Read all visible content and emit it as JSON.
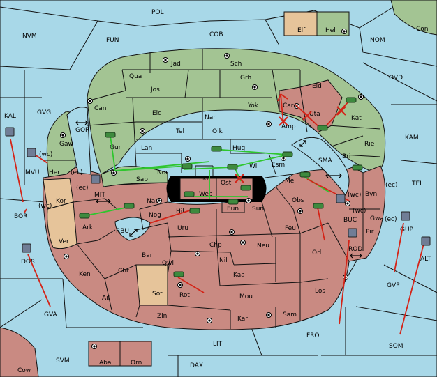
{
  "map": {
    "seas": [
      {
        "id": "pol",
        "label": "POL"
      },
      {
        "id": "nvm",
        "label": "NVM"
      },
      {
        "id": "fun",
        "label": "FUN"
      },
      {
        "id": "cob",
        "label": "COB"
      },
      {
        "id": "nom",
        "label": "NOM"
      },
      {
        "id": "con",
        "label": "Con"
      },
      {
        "id": "ovd",
        "label": "OVD"
      },
      {
        "id": "kam",
        "label": "KAM"
      },
      {
        "id": "tei",
        "label": "TEI"
      },
      {
        "id": "gvg",
        "label": "GVG"
      },
      {
        "id": "kal",
        "label": "KAL"
      },
      {
        "id": "gor",
        "label": "GOR"
      },
      {
        "id": "mvu",
        "label": "MVU"
      },
      {
        "id": "mit",
        "label": "MIT"
      },
      {
        "id": "bor",
        "label": "BOR"
      },
      {
        "id": "rbu",
        "label": "RBU"
      },
      {
        "id": "sma",
        "label": "SMA"
      },
      {
        "id": "buc",
        "label": "BUC"
      },
      {
        "id": "rod",
        "label": "ROD"
      },
      {
        "id": "gup",
        "label": "GUP"
      },
      {
        "id": "alt",
        "label": "ALT"
      },
      {
        "id": "dor",
        "label": "DOR"
      },
      {
        "id": "gvp",
        "label": "GVP"
      },
      {
        "id": "gva",
        "label": "GVA"
      },
      {
        "id": "fro",
        "label": "FRO"
      },
      {
        "id": "som",
        "label": "SOM"
      },
      {
        "id": "lit",
        "label": "LIT"
      },
      {
        "id": "svm",
        "label": "SVM"
      },
      {
        "id": "dax",
        "label": "DAX"
      },
      {
        "id": "cow",
        "label": "Cow"
      }
    ],
    "green_provinces": [
      {
        "id": "jad",
        "label": "Jad"
      },
      {
        "id": "sch",
        "label": "Sch"
      },
      {
        "id": "qua",
        "label": "Qua"
      },
      {
        "id": "jos",
        "label": "Jos"
      },
      {
        "id": "grh",
        "label": "Grh"
      },
      {
        "id": "eld",
        "label": "Eld"
      },
      {
        "id": "can",
        "label": "Can"
      },
      {
        "id": "elc",
        "label": "Elc"
      },
      {
        "id": "nar",
        "label": "Nar"
      },
      {
        "id": "yok",
        "label": "Yok"
      },
      {
        "id": "tel",
        "label": "Tel"
      },
      {
        "id": "olk",
        "label": "Olk"
      },
      {
        "id": "gaw",
        "label": "Gaw"
      },
      {
        "id": "gur",
        "label": "Gur"
      },
      {
        "id": "lan",
        "label": "Lan"
      },
      {
        "id": "hug",
        "label": "Hug"
      },
      {
        "id": "kat",
        "label": "Kat"
      },
      {
        "id": "rie",
        "label": "Rie"
      },
      {
        "id": "bri",
        "label": "Bri"
      },
      {
        "id": "her",
        "label": "Her"
      },
      {
        "id": "sap",
        "label": "Sap"
      },
      {
        "id": "nor",
        "label": "Nor"
      },
      {
        "id": "wil",
        "label": "Wil"
      },
      {
        "id": "esm",
        "label": "Esm"
      },
      {
        "id": "skr",
        "label": "Skr"
      },
      {
        "id": "hel",
        "label": "Hel"
      }
    ],
    "red_provinces": [
      {
        "id": "car",
        "label": "Car"
      },
      {
        "id": "uta",
        "label": "Uta"
      },
      {
        "id": "amp",
        "label": "Amp"
      },
      {
        "id": "mel",
        "label": "Mel"
      },
      {
        "id": "ost",
        "label": "Ost"
      },
      {
        "id": "web",
        "label": "Web"
      },
      {
        "id": "byn",
        "label": "Byn"
      },
      {
        "id": "kor",
        "label": "Kor"
      },
      {
        "id": "nab",
        "label": "Nab"
      },
      {
        "id": "eun",
        "label": "Eun"
      },
      {
        "id": "sun",
        "label": "Sun"
      },
      {
        "id": "obs",
        "label": "Obs"
      },
      {
        "id": "gwa",
        "label": "Gwa"
      },
      {
        "id": "ark",
        "label": "Ark"
      },
      {
        "id": "nog",
        "label": "Nog"
      },
      {
        "id": "hil",
        "label": "Hil"
      },
      {
        "id": "uru",
        "label": "Uru"
      },
      {
        "id": "feu",
        "label": "Feu"
      },
      {
        "id": "pir",
        "label": "Pir"
      },
      {
        "id": "chp",
        "label": "Chp"
      },
      {
        "id": "neu",
        "label": "Neu"
      },
      {
        "id": "orl",
        "label": "Orl"
      },
      {
        "id": "bar",
        "label": "Bar"
      },
      {
        "id": "qwi",
        "label": "Qwi"
      },
      {
        "id": "nil",
        "label": "Nil"
      },
      {
        "id": "ken",
        "label": "Ken"
      },
      {
        "id": "chr",
        "label": "Chr"
      },
      {
        "id": "kaa",
        "label": "Kaa"
      },
      {
        "id": "rot",
        "label": "Rot"
      },
      {
        "id": "mou",
        "label": "Mou"
      },
      {
        "id": "los",
        "label": "Los"
      },
      {
        "id": "ail",
        "label": "Ail"
      },
      {
        "id": "zin",
        "label": "Zin"
      },
      {
        "id": "kar",
        "label": "Kar"
      },
      {
        "id": "sam",
        "label": "Sam"
      },
      {
        "id": "aba",
        "label": "Aba"
      },
      {
        "id": "orn",
        "label": "Orn"
      }
    ],
    "tan_provinces": [
      {
        "id": "ver",
        "label": "Ver"
      },
      {
        "id": "sot",
        "label": "Sot"
      },
      {
        "id": "elf",
        "label": "Elf"
      }
    ],
    "coast_labels": [
      {
        "id": "mvu-wc",
        "label": "(wc)"
      },
      {
        "id": "her-ec",
        "label": "(ec)"
      },
      {
        "id": "kor-ec",
        "label": "(ec)"
      },
      {
        "id": "kor-wc",
        "label": "(wc)"
      },
      {
        "id": "byn-wc",
        "label": "(wc)"
      },
      {
        "id": "byn-ec",
        "label": "(ec)"
      },
      {
        "id": "gwa-wc",
        "label": "(wc)"
      },
      {
        "id": "gwa-ec",
        "label": "(ec)"
      }
    ],
    "colors": {
      "sea": "#a8d8e8",
      "power_green": "#a3c493",
      "power_red": "#c98a82",
      "neutral_tan": "#e6c49a",
      "move_order": "#d42418",
      "support_order": "#2ec62e"
    },
    "icons": [
      "supply-center-icon",
      "army-unit-icon",
      "fleet-unit-icon",
      "two-way-arrow-icon",
      "order-failed-x-icon"
    ]
  }
}
